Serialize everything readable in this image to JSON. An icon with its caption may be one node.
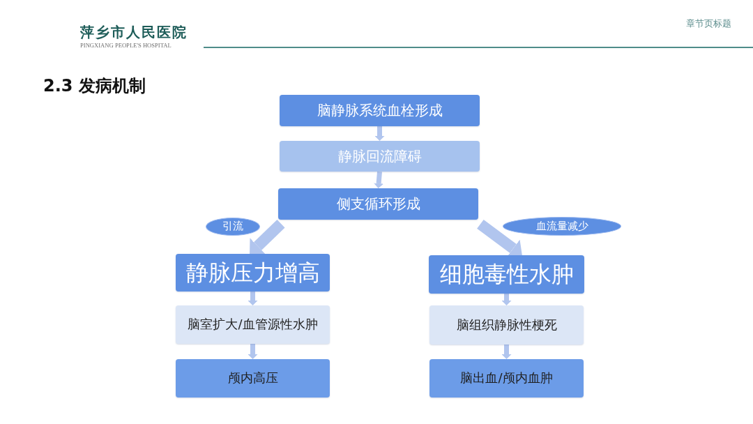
{
  "diagram": {
    "title": "2.3 发病机制",
    "nodes": [
      {
        "text": [
          "脑静脉系统血栓形成"
        ]
      },
      {
        "text": [
          "静脉回流障碍"
        ]
      },
      {
        "text": [
          "侧支循环形成"
        ]
      },
      {
        "text": [
          "引流"
        ]
      },
      {
        "text": [
          "血流量减少"
        ]
      },
      {
        "text": [
          "静脉压力增高"
        ]
      },
      {
        "text": [
          "细胞毒性水肿"
        ]
      },
      {
        "text": [
          "脑室扩大/血管源性水肿"
        ]
      },
      {
        "text": [
          "脑组织静脉性梗死"
        ]
      },
      {
        "text": [
          "颅内高压"
        ]
      },
      {
        "text": [
          "脑出血/颅内血肿"
        ]
      }
    ],
    "edges": [
      {
        "from": 0,
        "to": 1,
        "arrow": "to"
      },
      {
        "from": 1,
        "to": 2,
        "arrow": "to"
      },
      {
        "from": 2,
        "to": 5,
        "arrow": "to",
        "style": "thick"
      },
      {
        "from": 2,
        "to": 6,
        "arrow": "to",
        "style": "thick"
      },
      {
        "from": 5,
        "to": 7,
        "arrow": "to"
      },
      {
        "from": 7,
        "to": 9,
        "arrow": "to"
      },
      {
        "from": 6,
        "to": 8,
        "arrow": "to"
      },
      {
        "from": 8,
        "to": 10,
        "arrow": "to"
      }
    ],
    "labels": [
      "萍乡市人民医院",
      "PINGXIANG PEOPLE'S HOSPITAL",
      "章节页标题"
    ]
  }
}
